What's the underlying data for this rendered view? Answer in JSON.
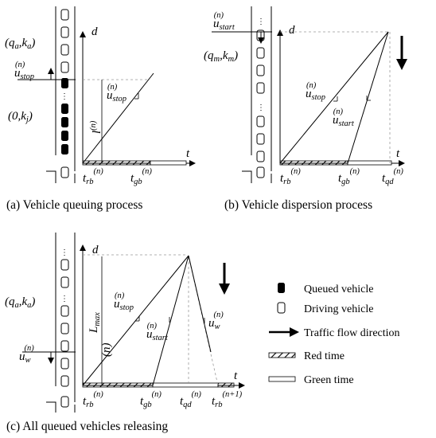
{
  "panels": [
    {
      "caption": "(a) Vehicle queuing process",
      "axis_d": "d",
      "axis_t": "t",
      "t_rb_base": "t",
      "t_rb_sub": "rb",
      "t_rb_sup": "(n)",
      "t_gb_base": "t",
      "t_gb_sub": "gb",
      "t_gb_sup": "(n)",
      "state_upper": "(q",
      "state_upper_a": "a",
      "state_upper_mid": ",k",
      "state_upper_b": "a",
      "state_upper_end": ")",
      "state_lower": "(0,k",
      "state_lower_b": "j",
      "state_lower_end": ")",
      "u_stop_base": "u",
      "u_stop_sub": "stop",
      "sup_n": "(n)",
      "l_base": "l"
    },
    {
      "caption": "(b) Vehicle dispersion process",
      "axis_d": "d",
      "axis_t": "t",
      "u_start_base": "u",
      "u_start_sub": "start",
      "state_m": "(q",
      "state_m_a": "m",
      "state_m_mid": ",k",
      "state_m_b": "m",
      "state_m_end": ")",
      "u_stop_base": "u",
      "u_stop_sub": "stop",
      "t_rb_base": "t",
      "t_rb_sub": "rb",
      "t_gb_base": "t",
      "t_gb_sub": "gb",
      "t_qd_base": "t",
      "t_qd_sub": "qd",
      "sup_n": "(n)"
    },
    {
      "caption": "(c) All queued vehicles releasing",
      "axis_d": "d",
      "axis_t": "t",
      "u_stop_base": "u",
      "u_stop_sub": "stop",
      "u_start_base": "u",
      "u_start_sub": "start",
      "u_w_base": "u",
      "u_w_sub": "w",
      "l_max_base": "L",
      "l_max_sub": "max",
      "t_rb_base": "t",
      "t_rb_sub": "rb",
      "t_gb_base": "t",
      "t_gb_sub": "gb",
      "t_qd_base": "t",
      "t_qd_sub": "qd",
      "t_rb_next_sup": "(n+1)",
      "sup_n": "(n)"
    }
  ],
  "legend": [
    {
      "label": "Queued vehicle",
      "icon": "queued-vehicle-icon"
    },
    {
      "label": "Driving vehicle",
      "icon": "driving-vehicle-icon"
    },
    {
      "label": "Traffic flow direction",
      "icon": "arrow-right-icon"
    },
    {
      "label": "Red time",
      "icon": "hatched-bar-icon"
    },
    {
      "label": "Green time",
      "icon": "white-bar-icon"
    }
  ],
  "colors": {
    "ink": "#000000",
    "dash": "#999999",
    "paper": "#ffffff"
  }
}
